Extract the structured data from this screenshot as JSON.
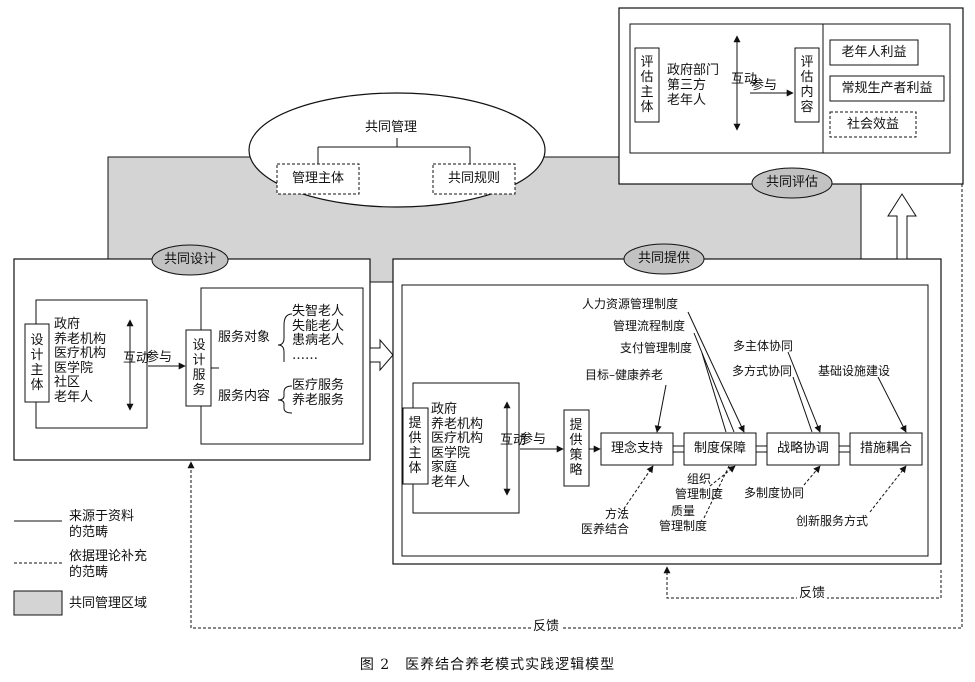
{
  "caption": "图 2　医养结合养老模式实践逻辑模型",
  "shared_management": {
    "title": "共同管理",
    "subject": "管理主体",
    "rules": "共同规则"
  },
  "co_design": {
    "label": "共同设计",
    "subject_box": "设计主体",
    "subjects": "政府\n养老机构\n医疗机构\n医学院\n社区\n老年人",
    "interact": "互动",
    "participate": "参与",
    "service_box": "设计服务",
    "service_target": "服务对象",
    "targets": "失智老人\n失能老人\n患病老人\n……",
    "service_content": "服务内容",
    "contents": "医疗服务\n养老服务"
  },
  "co_provide": {
    "label": "共同提供",
    "subject_box": "提供主体",
    "subjects": "政府\n养老机构\n医疗机构\n医学院\n家庭\n老年人",
    "interact": "互动",
    "participate": "参与",
    "strategy_box": "提供策略",
    "stage1": "理念支持",
    "stage2": "制度保障",
    "stage3": "战略协调",
    "stage4": "措施耦合",
    "hr": "人力资源管理制度",
    "process": "管理流程制度",
    "payment": "支付管理制度",
    "goal": "目标–健康养老",
    "multi_subject": "多主体协同",
    "multi_method": "多方式协同",
    "infra": "基础设施建设",
    "method": "方法\n医养结合",
    "org": "组织\n管理制度",
    "quality": "质量\n管理制度",
    "multi_system": "多制度协同",
    "innovation": "创新服务方式"
  },
  "co_evaluate": {
    "label": "共同评估",
    "subject_box": "评估主体",
    "subjects": "政府部门\n第三方\n老年人",
    "interact": "互动",
    "participate": "参与",
    "content_box": "评估内容",
    "content1": "老年人利益",
    "content2": "常规生产者利益",
    "content3": "社会效益"
  },
  "feedback": {
    "short": "反馈",
    "long": "反馈"
  },
  "legend": {
    "solid": "来源于资料\n的范畴",
    "dashed": "依据理论补充\n的范畴",
    "gray": "共同管理区域"
  },
  "colors": {
    "gray_fill": "#d4d4d4",
    "line": "#111111"
  }
}
